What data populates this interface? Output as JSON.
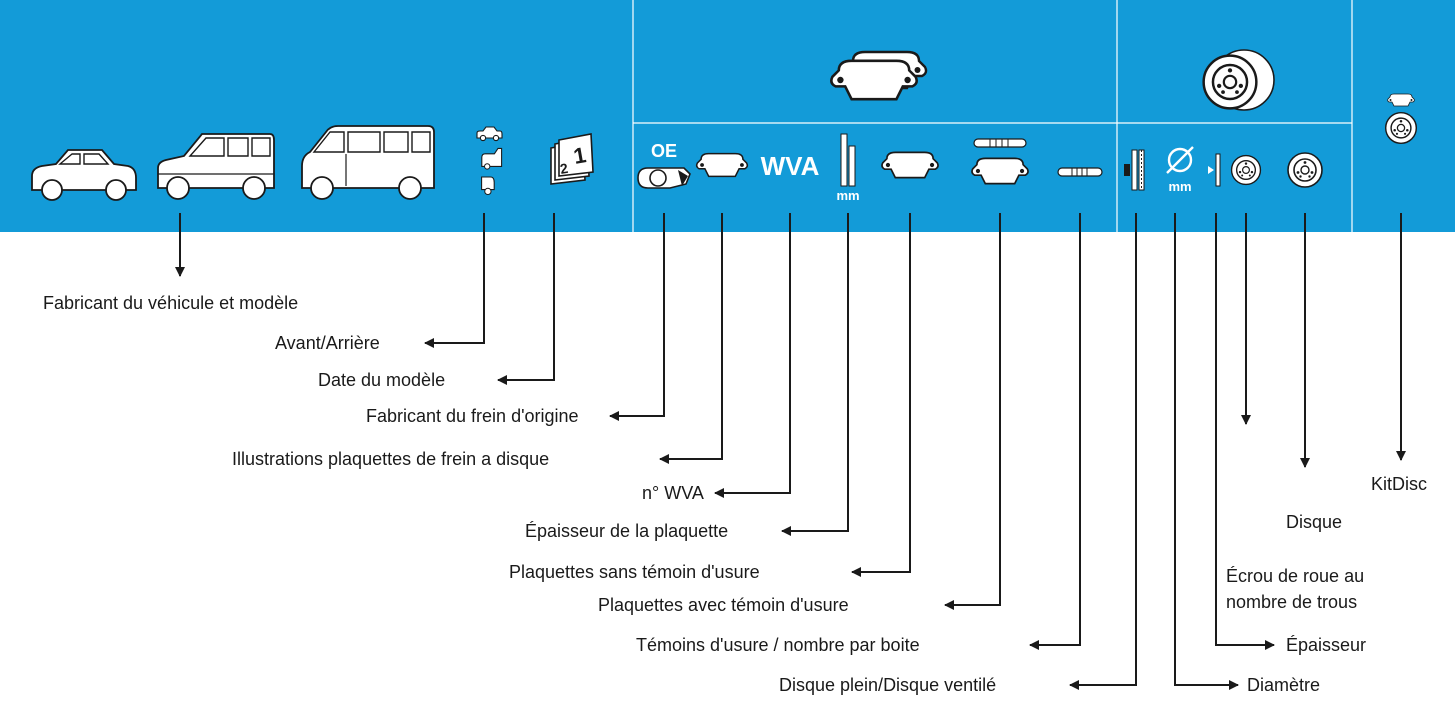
{
  "header": {
    "background_color": "#139bd8",
    "oe_text": "OE",
    "wva_text": "WVA",
    "mm_text": "mm",
    "mm_text_disc": "mm"
  },
  "icons": [
    "sedan-car-icon",
    "suv-icon",
    "van-icon",
    "front-rear-axle-icon",
    "calendar-icon",
    "oe-caliper-icon",
    "brake-pad-icon",
    "pad-thickness-icon",
    "pad-no-wear-indicator-icon",
    "pad-with-wear-indicator-icon",
    "wear-indicator-icon",
    "brake-pads-group-icon",
    "solid-vented-disc-icon",
    "diameter-icon",
    "disc-thickness-icon",
    "wheel-nut-holes-icon",
    "disc-icon",
    "brake-discs-group-icon",
    "kitdisc-icon"
  ],
  "labels": {
    "vehicle": "Fabricant du véhicule et modèle",
    "front_rear": "Avant/Arrière",
    "model_date": "Date du modèle",
    "oe_manufacturer": "Fabricant du frein d'origine",
    "pad_illustrations": "Illustrations plaquettes de frein a disque",
    "wva": "n° WVA",
    "pad_thickness": "Épaisseur de la plaquette",
    "pads_without_indicator": "Plaquettes sans témoin d'usure",
    "pads_with_indicator": "Plaquettes avec témoin d'usure",
    "wear_indicators": "Témoins d'usure / nombre par boite",
    "solid_vented": "Disque plein/Disque ventilé",
    "diameter": "Diamètre",
    "thickness": "Épaisseur",
    "wheel_nut_line1": "Écrou de roue au",
    "wheel_nut_line2": "nombre de trous",
    "disc": "Disque",
    "kitdisc": "KitDisc"
  }
}
